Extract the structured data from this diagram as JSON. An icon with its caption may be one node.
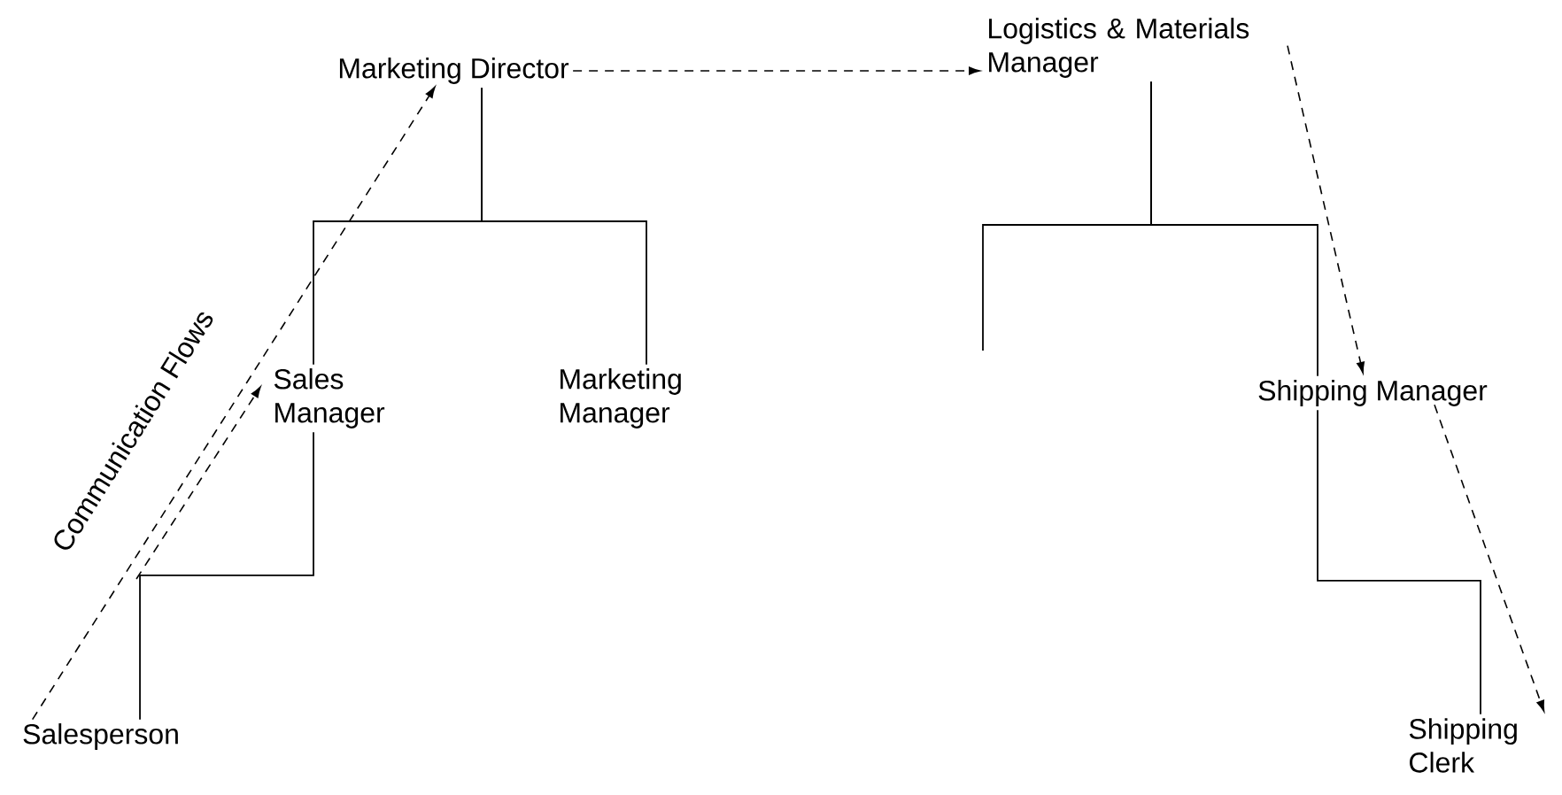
{
  "diagram": {
    "nodes": [
      {
        "text": [
          "Marketing Director"
        ]
      },
      {
        "text": [
          "Sales Manager"
        ]
      },
      {
        "text": [
          "Marketing Manager"
        ]
      },
      {
        "text": [
          "Salesperson"
        ]
      },
      {
        "text": [
          "Logistics & Materials Manager"
        ]
      },
      {
        "text": [
          "Shipping Manager"
        ]
      },
      {
        "text": [
          "Shipping Clerk"
        ]
      }
    ],
    "edges": [
      {
        "from": 0,
        "to": 1,
        "arrow": "none"
      },
      {
        "from": 0,
        "to": 2,
        "arrow": "none"
      },
      {
        "from": 1,
        "to": 3,
        "arrow": "none"
      },
      {
        "from": 4,
        "to": null,
        "arrow": "none"
      },
      {
        "from": 4,
        "to": 5,
        "arrow": "none"
      },
      {
        "from": 5,
        "to": 6,
        "arrow": "none"
      },
      {
        "from": 3,
        "to": 0,
        "arrow": "to",
        "style": "dashed",
        "label": "Communication Flows"
      },
      {
        "from": null,
        "to": 1,
        "arrow": "to",
        "style": "dashed"
      },
      {
        "from": 0,
        "to": 4,
        "arrow": "to",
        "style": "dashed"
      },
      {
        "from": 4,
        "to": 5,
        "arrow": "to",
        "style": "dashed"
      },
      {
        "from": 5,
        "to": 6,
        "arrow": "to",
        "style": "dashed"
      }
    ]
  }
}
